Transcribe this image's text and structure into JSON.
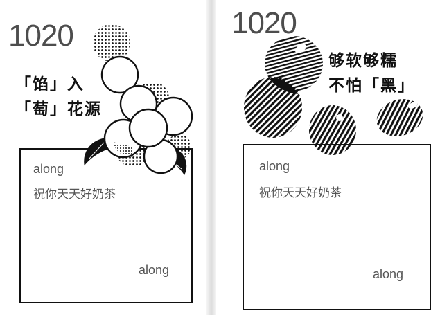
{
  "cards": [
    {
      "number": "1020",
      "slogan_line1": "「馅」入",
      "slogan_line2": "「萄」花源",
      "brand_top": "along",
      "wish": "祝你天天好奶茶",
      "brand_bottom": "along"
    },
    {
      "number": "1020",
      "slogan_line1": "够软够糯",
      "slogan_line2": "不怕「黑」",
      "brand_top": "along",
      "wish": "祝你天天好奶茶",
      "brand_bottom": "along"
    }
  ],
  "colors": {
    "ink": "#111111",
    "number_gray": "#4d4d4d",
    "text_gray": "#555555",
    "background": "#ffffff"
  },
  "icons": {
    "left_decoration": "grape-cluster-illustration",
    "right_decoration": "black-bean-illustration"
  }
}
